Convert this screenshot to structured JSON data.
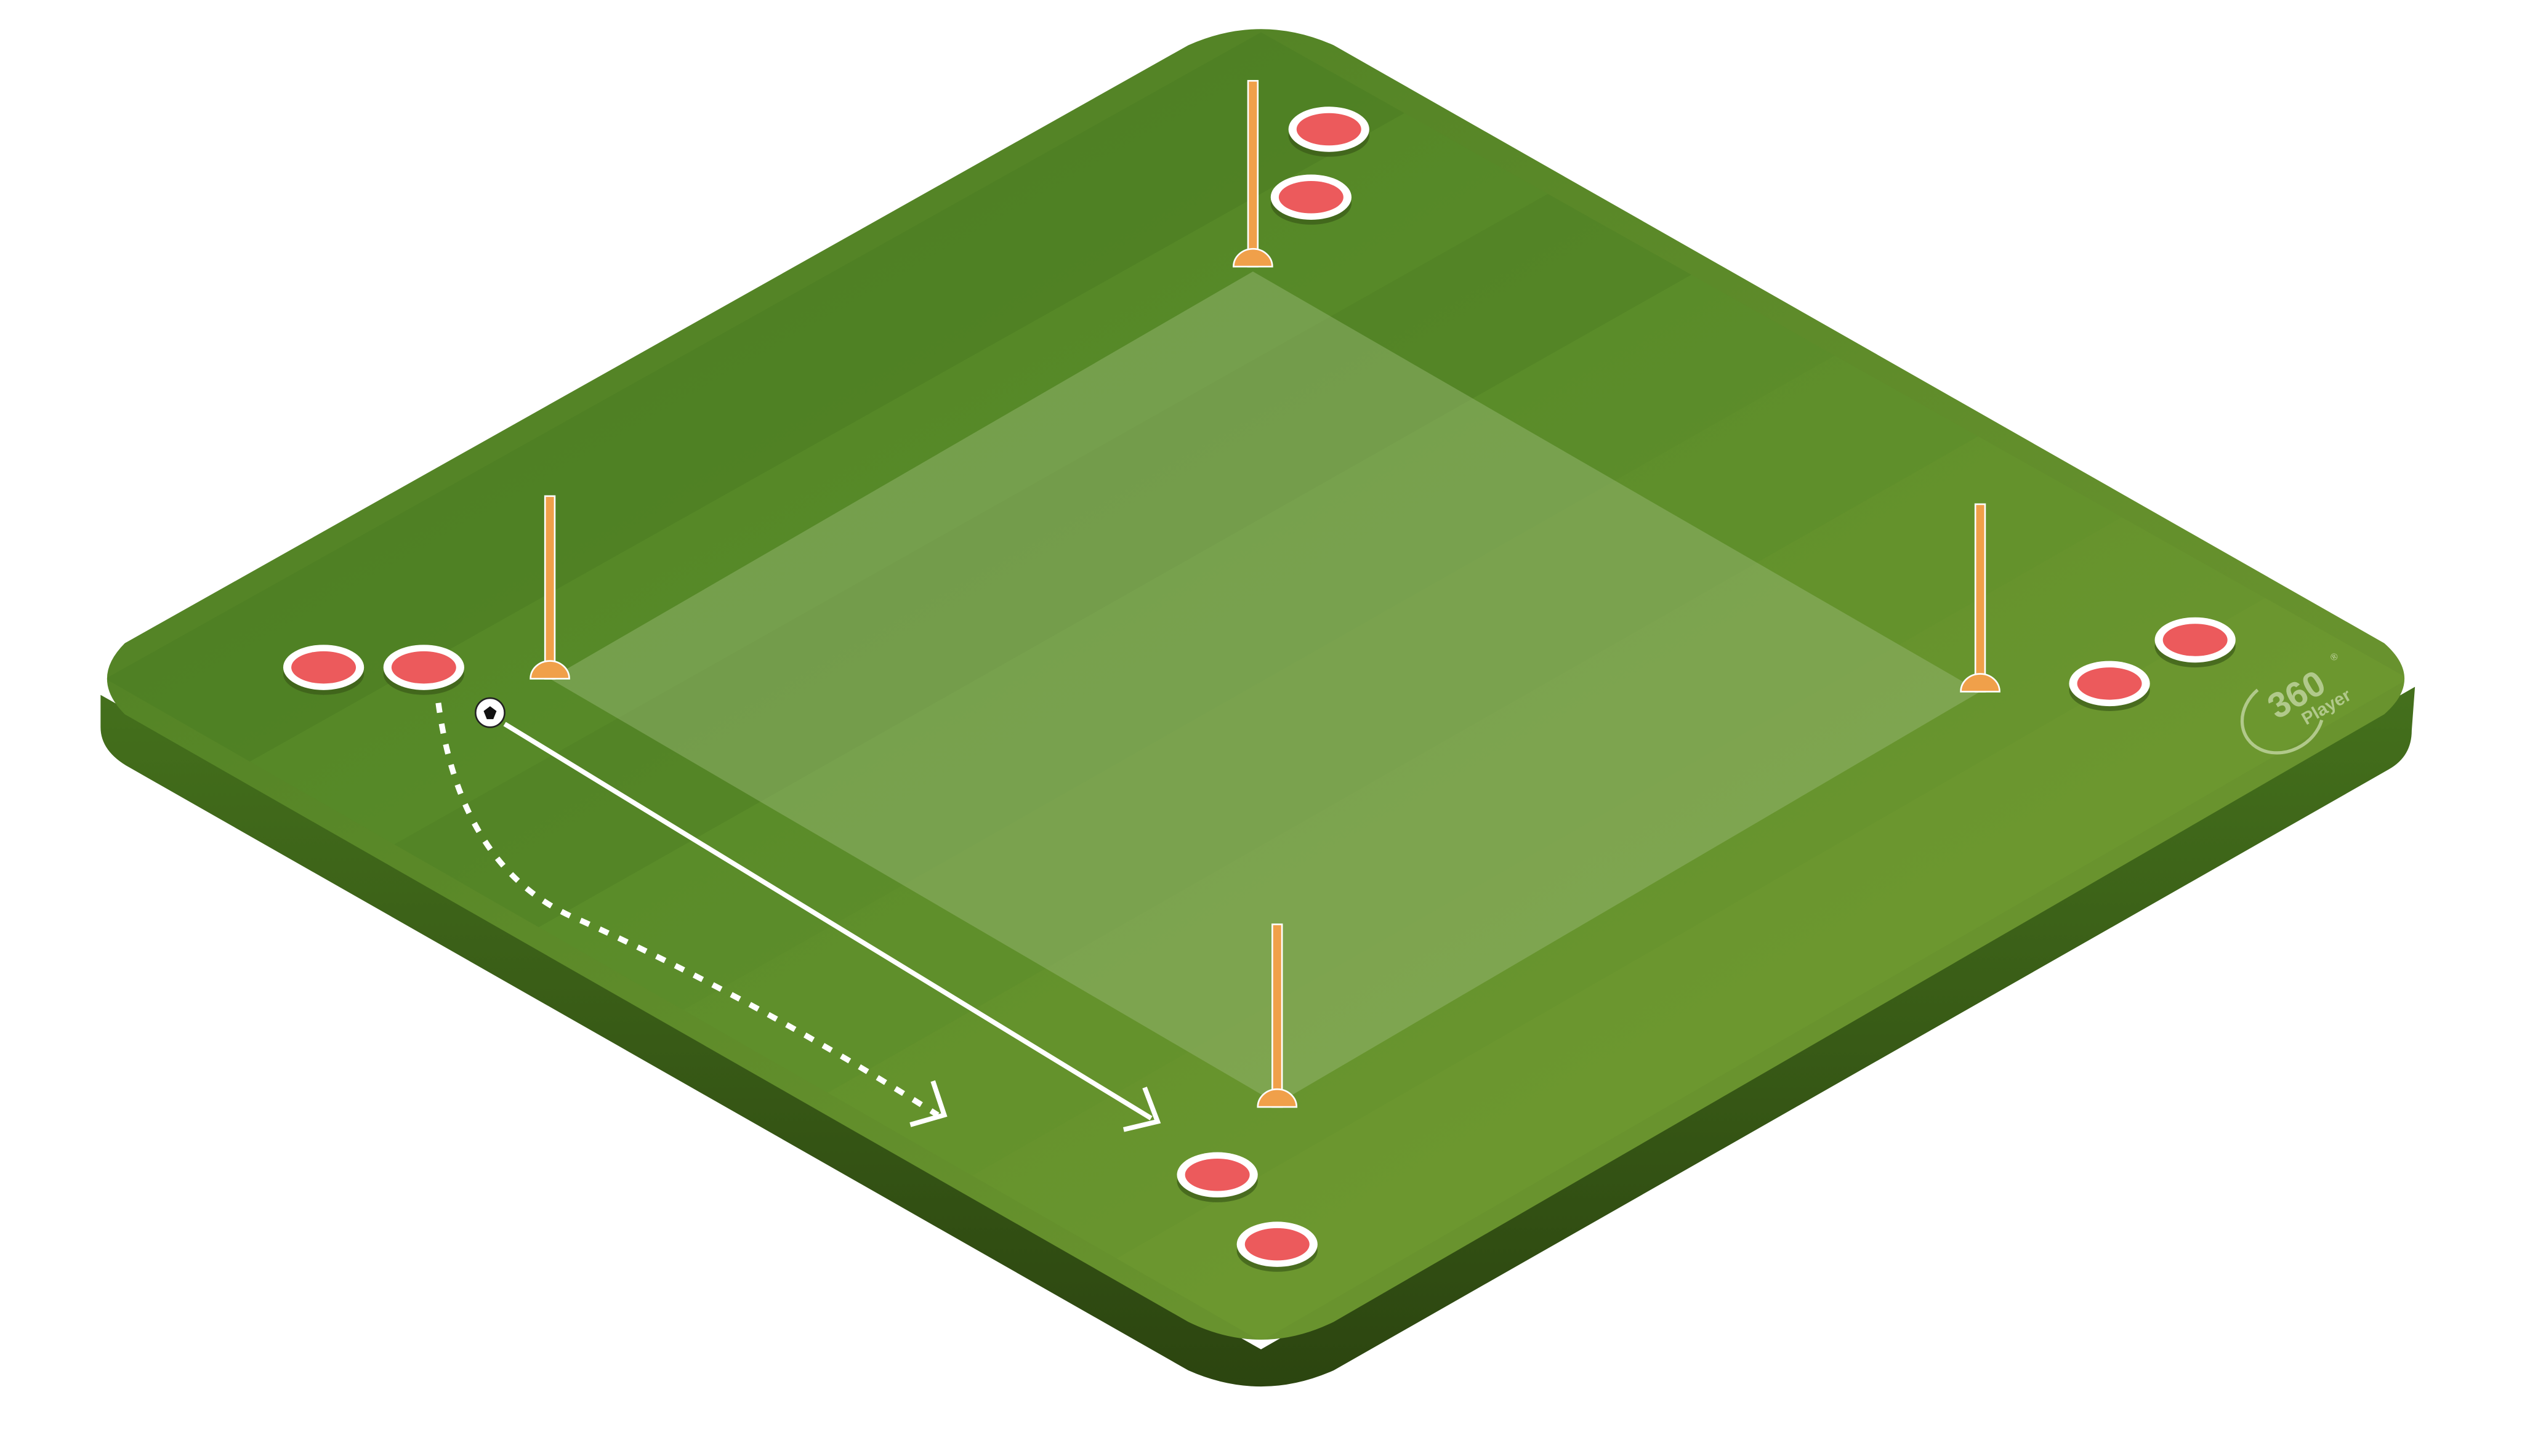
{
  "logo": {
    "number": "360",
    "word": "Player",
    "mark": "®"
  },
  "colors": {
    "pitch_light": "#6a962f",
    "pitch_dark": "#4a7d22",
    "pitch_side": "#2f4a12",
    "zone_overlay": "#9cba7a",
    "disc": "#ec5a5c",
    "pole": "#f0a04a",
    "arrow": "#ffffff"
  },
  "drill": {
    "pass_arrow_style": "solid",
    "run_arrow_style": "dotted"
  }
}
